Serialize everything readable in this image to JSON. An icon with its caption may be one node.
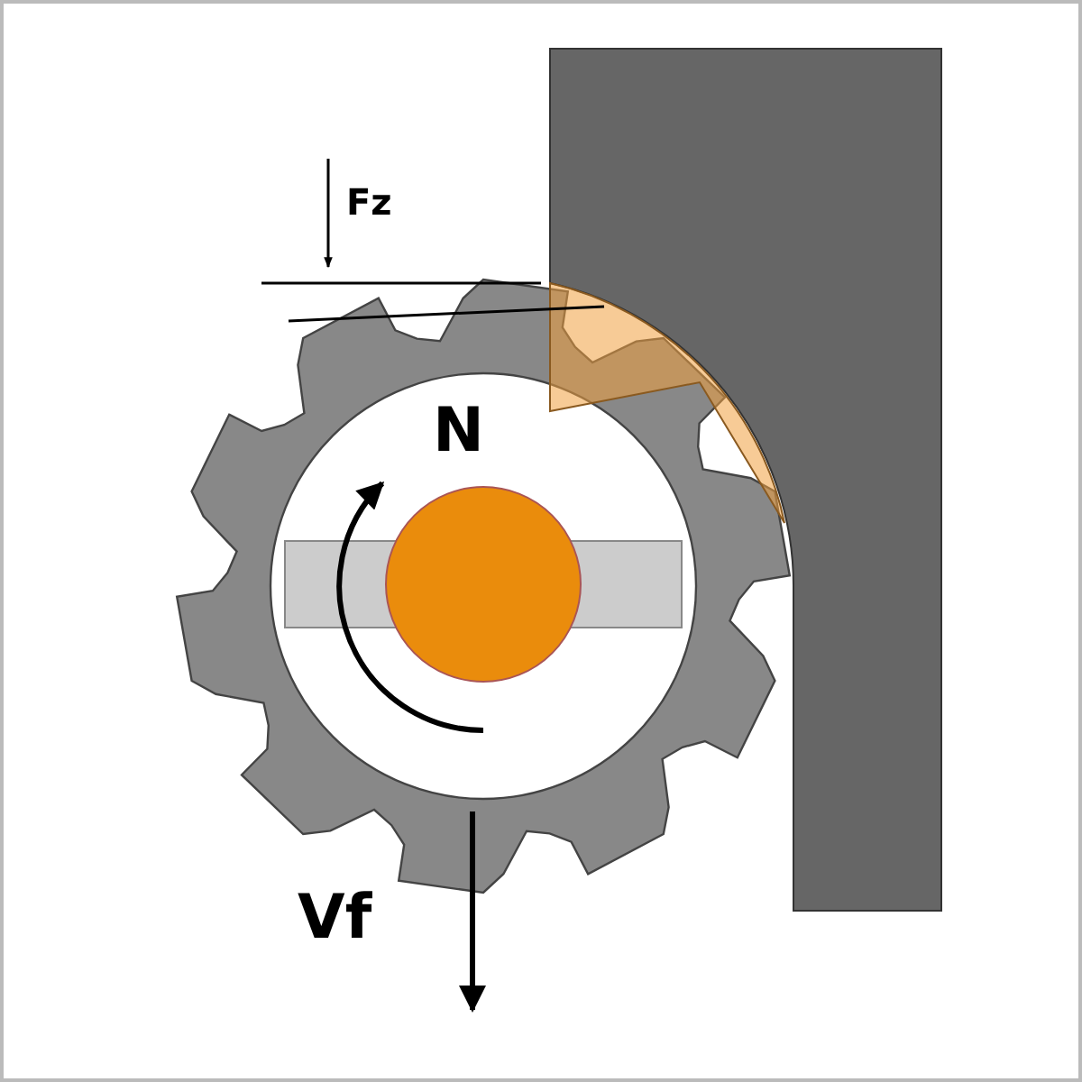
{
  "diagram": {
    "labels": [
      "Fz",
      "N",
      "Vf"
    ]
  }
}
